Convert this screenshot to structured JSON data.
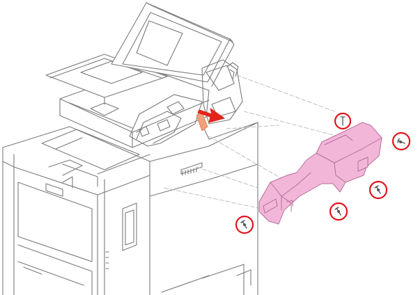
{
  "diagram": {
    "printer_front_label": "",
    "colors": {
      "line": "#7a7a7a",
      "line_light": "#b9b9b9",
      "panel_fill": "#ffffff",
      "part_fill": "#f2b6d9",
      "part_stroke": "#b56f97",
      "arrow": "#e3241b",
      "guide_strip": "#f2a07b",
      "callout_ring": "#e0141b",
      "screw": "#555555"
    },
    "callouts": [
      {
        "name": "screw-callout-top"
      },
      {
        "name": "screw-callout-right"
      },
      {
        "name": "screw-callout-mid-right"
      },
      {
        "name": "screw-callout-bottom-right"
      },
      {
        "name": "screw-callout-left"
      }
    ]
  }
}
